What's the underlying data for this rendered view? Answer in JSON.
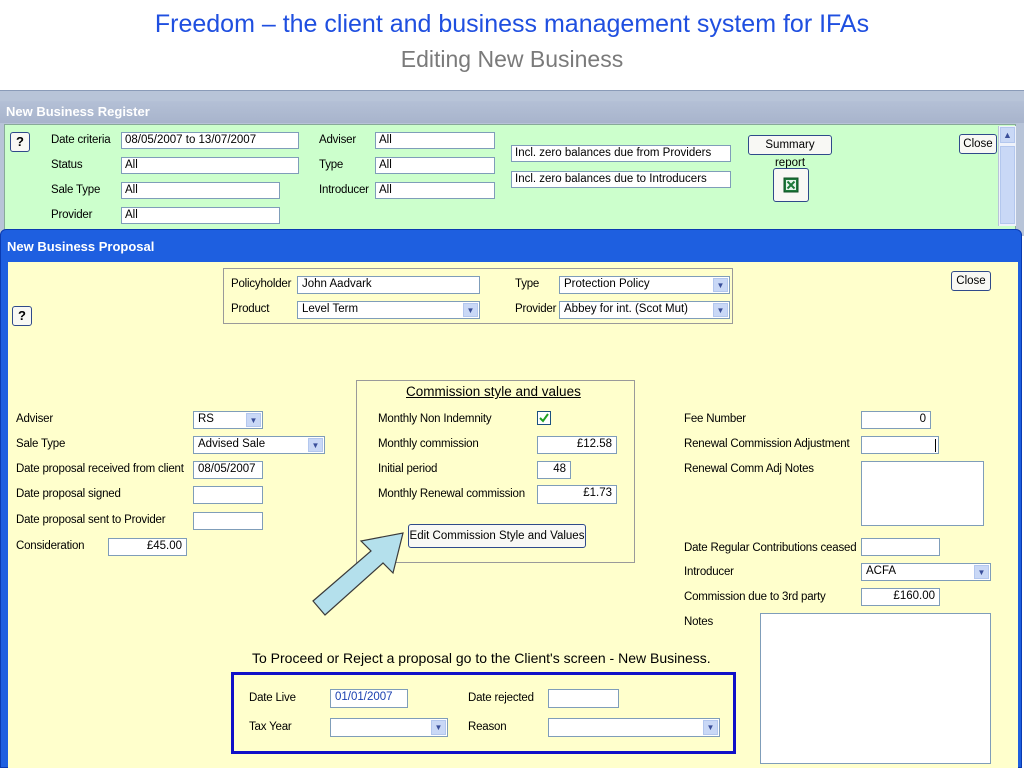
{
  "slide": {
    "title": "Freedom – the client and business management system for IFAs",
    "subtitle": "Editing New Business"
  },
  "register": {
    "title": "New Business Register",
    "help_icon": "question-icon",
    "date_criteria_label": "Date criteria",
    "date_criteria_value": "08/05/2007 to 13/07/2007",
    "status_label": "Status",
    "status_value": "All",
    "sale_type_label": "Sale Type",
    "sale_type_value": "All",
    "provider_label": "Provider",
    "provider_value": "All",
    "adviser_label": "Adviser",
    "adviser_value": "All",
    "type_label": "Type",
    "type_value": "All",
    "introducer_label": "Introducer",
    "introducer_value": "All",
    "incl_providers_label": "Incl. zero balances due from Providers",
    "incl_introducers_label": "Incl. zero balances due to Introducers",
    "summary_report_label": "Summary report",
    "excel_icon": "excel-icon",
    "close_label": "Close"
  },
  "proposal": {
    "title": "New Business Proposal",
    "help_icon": "question-icon",
    "close_label": "Close",
    "policyholder_label": "Policyholder",
    "policyholder_value": "John Aadvark",
    "product_label": "Product",
    "product_value": "Level Term",
    "type_label": "Type",
    "type_value": "Protection Policy",
    "provider_label": "Provider",
    "provider_value": "Abbey for int. (Scot Mut)",
    "left": {
      "adviser_label": "Adviser",
      "adviser_value": "RS",
      "sale_type_label": "Sale Type",
      "sale_type_value": "Advised Sale",
      "date_received_label": "Date proposal received from client",
      "date_received_value": "08/05/2007",
      "date_signed_label": "Date proposal signed",
      "date_signed_value": "",
      "date_sent_label": "Date proposal sent to Provider",
      "date_sent_value": "",
      "consideration_label": "Consideration",
      "consideration_value": "£45.00"
    },
    "commission": {
      "heading": "Commission style and values",
      "monthly_non_indemnity_label": "Monthly Non Indemnity",
      "monthly_non_indemnity_checked": true,
      "monthly_commission_label": "Monthly commission",
      "monthly_commission_value": "£12.58",
      "initial_period_label": "Initial period",
      "initial_period_value": "48",
      "monthly_renewal_label": "Monthly Renewal commission",
      "monthly_renewal_value": "£1.73",
      "edit_button_label": "Edit Commission Style and Values"
    },
    "right": {
      "fee_number_label": "Fee Number",
      "fee_number_value": "0",
      "renewal_adj_label": "Renewal Commission Adjustment",
      "renewal_adj_value": "",
      "renewal_notes_label": "Renewal Comm Adj Notes",
      "renewal_notes_value": "",
      "date_regular_ceased_label": "Date Regular Contributions ceased",
      "date_regular_ceased_value": "",
      "introducer_label": "Introducer",
      "introducer_value": "ACFA",
      "commission_3rd_label": "Commission due to 3rd party",
      "commission_3rd_value": "£160.00",
      "notes_label": "Notes",
      "notes_value": ""
    },
    "instruction": "To Proceed or Reject a proposal go to the Client's screen - New Business.",
    "bottom": {
      "date_live_label": "Date Live",
      "date_live_value": "01/01/2007",
      "tax_year_label": "Tax Year",
      "tax_year_value": "",
      "date_rejected_label": "Date rejected",
      "date_rejected_value": "",
      "reason_label": "Reason",
      "reason_value": ""
    }
  },
  "colors": {
    "slide_title": "#1f4fe0",
    "slide_subtitle": "#7a7a7a",
    "register_bg": "#ccffcc",
    "proposal_bg": "#ffffcc",
    "titlebar_blue": "#1e5fe0",
    "highlight_box": "#1010c8",
    "arrow_fill": "#b4e0ec"
  }
}
